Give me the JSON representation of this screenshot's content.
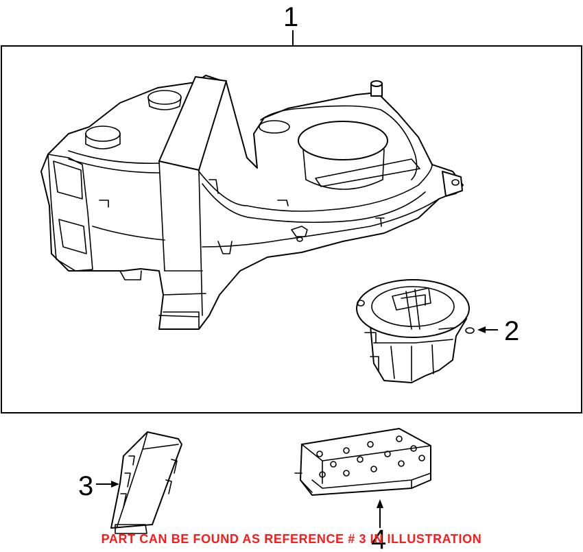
{
  "callouts": [
    {
      "num": "1",
      "part": "blower-housing"
    },
    {
      "num": "2",
      "part": "blower-motor"
    },
    {
      "num": "3",
      "part": "resistor-module"
    },
    {
      "num": "4",
      "part": "control-module"
    }
  ],
  "note": {
    "text": "PART CAN BE FOUND AS REFERENCE # 3 IN ILLUSTRATION",
    "color": "#ff1a1a"
  },
  "colors": {
    "line": "#000000",
    "background": "#ffffff"
  }
}
